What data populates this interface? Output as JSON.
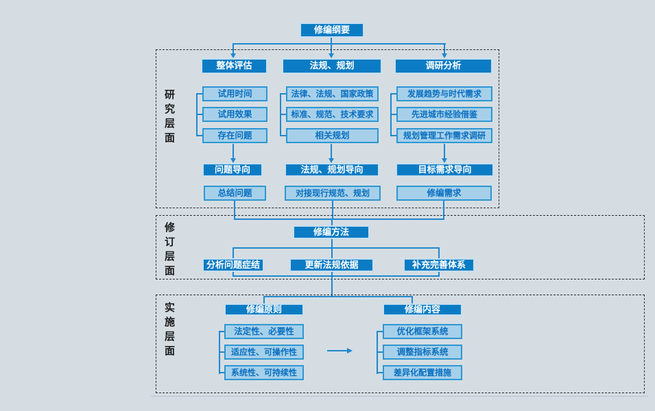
{
  "diagram": {
    "root": "修编纲要",
    "sections": [
      {
        "label": "研究层面",
        "columns": [
          {
            "header": "整体评估",
            "items": [
              "试用时间",
              "试用效果",
              "存在问题"
            ],
            "orientation": "问题导向",
            "result": "总结问题"
          },
          {
            "header": "法规、规划",
            "items": [
              "法律、法规、国家政策",
              "标准、规范、技术要求",
              "相关规划"
            ],
            "orientation": "法规、规划导向",
            "result": "对接现行规范、规划"
          },
          {
            "header": "调研分析",
            "items": [
              "发展趋势与时代需求",
              "先进城市经验借鉴",
              "规划管理工作需求调研"
            ],
            "orientation": "目标需求导向",
            "result": "修编需求"
          }
        ]
      },
      {
        "label": "修订层面",
        "method": "修编方法",
        "items": [
          "分析问题症结",
          "更新法规依据",
          "补充完善体系"
        ]
      },
      {
        "label": "实施层面",
        "groups": [
          {
            "header": "修编原则",
            "items": [
              "法定性、必要性",
              "适应性、可操作性",
              "系统性、可持续性"
            ]
          },
          {
            "header": "修编内容",
            "items": [
              "优化框架系统",
              "调整指标系统",
              "差异化配置措施"
            ]
          }
        ]
      }
    ],
    "colors": {
      "background": "#d5dde3",
      "node_fill": "#0b7cc4",
      "node_text": "#ffffff",
      "child_fill": "#a6d0ea",
      "child_border": "#2d96d2",
      "child_text": "#0a6fc0",
      "connector": "#1e88cc",
      "section_border": "#2b2b2b",
      "label_text": "#1a1a1a"
    }
  }
}
